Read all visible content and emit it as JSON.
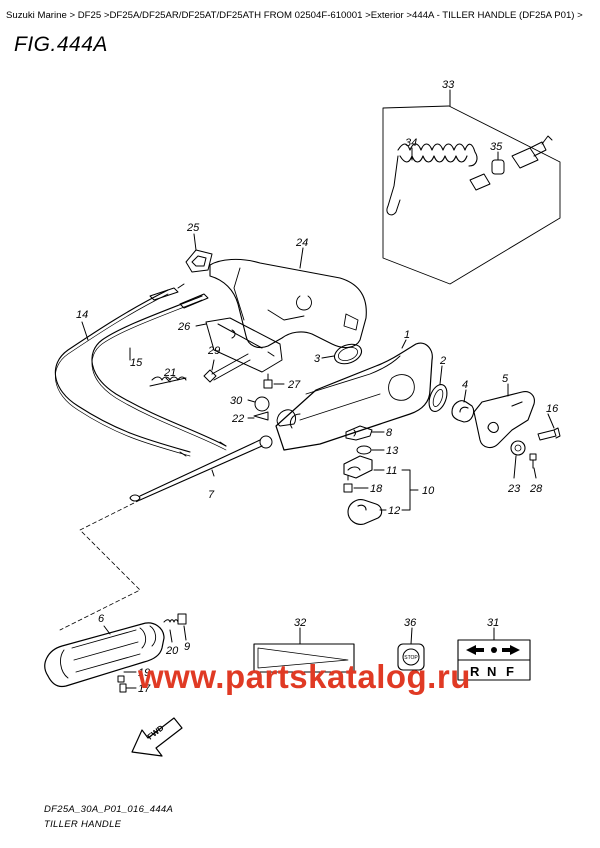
{
  "breadcrumb": {
    "items": [
      {
        "label": "Suzuki Marine"
      },
      {
        "label": "DF25"
      },
      {
        "label": "DF25A/DF25AR/DF25AT/DF25ATH FROM 02504F-610001"
      },
      {
        "label": "Exterior"
      },
      {
        "label": "444A - TILLER HANDLE (DF25A P01)"
      }
    ],
    "separator": ">",
    "trailing": ">"
  },
  "figure": {
    "title": "FIG.444A",
    "code": "DF25A_30A_P01_016_444A",
    "name": "TILLER HANDLE"
  },
  "watermark": "www.partskatalog.ru",
  "labels": {
    "fwd": "FWD",
    "stop": "STOP",
    "r": "R",
    "n": "N",
    "f": "F"
  },
  "callouts": [
    "1",
    "2",
    "3",
    "4",
    "5",
    "6",
    "7",
    "8",
    "9",
    "10",
    "11",
    "12",
    "13",
    "14",
    "15",
    "16",
    "17",
    "18",
    "19",
    "20",
    "21",
    "22",
    "23",
    "24",
    "25",
    "26",
    "27",
    "28",
    "29",
    "30",
    "31",
    "32",
    "33",
    "34",
    "35",
    "36"
  ],
  "colors": {
    "line": "#000000",
    "watermark": "#e03a24",
    "background": "#ffffff"
  }
}
